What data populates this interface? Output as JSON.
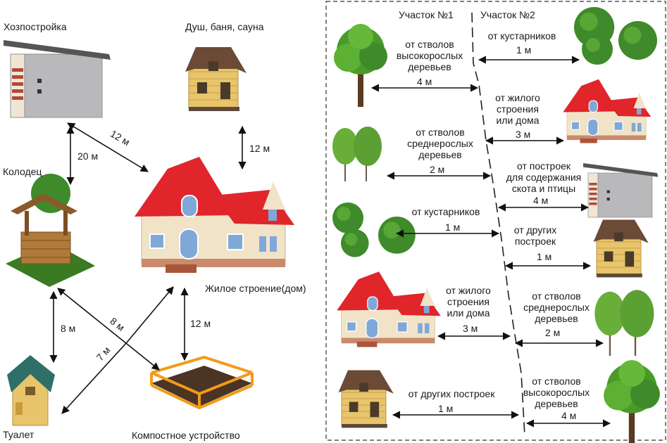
{
  "left": {
    "labels": {
      "outbuilding": "Хозпостройка",
      "bath": "Душ, баня, сауна",
      "well": "Колодец",
      "house": "Жилое строение(дом)",
      "toilet": "Туалет",
      "compost": "Компостное устройство"
    },
    "distances": {
      "outbuilding_house": "12 м",
      "outbuilding_well": "20 м",
      "bath_house": "12 м",
      "well_compost": "8 м",
      "toilet_house": "7 м",
      "well_toilet": "8 м",
      "house_compost": "12 м"
    }
  },
  "right": {
    "plot1": "Участок №1",
    "plot2": "Участок №2",
    "left_items": [
      {
        "text": "от стволов\nвысокорослых\nдеревьев",
        "dist": "4 м"
      },
      {
        "text": "от стволов\nсреднерослых\nдеревьев",
        "dist": "2 м"
      },
      {
        "text": "от кустарников",
        "dist": "1 м"
      },
      {
        "text": "от жилого\nстроения\nили дома",
        "dist": "3 м"
      },
      {
        "text": "от других построек",
        "dist": "1 м"
      }
    ],
    "right_items": [
      {
        "text": "от кустарников",
        "dist": "1 м"
      },
      {
        "text": "от жилого\nстроения\nили дома",
        "dist": "3 м"
      },
      {
        "text": "от построек\nдля содержания\nскота и птицы",
        "dist": "4 м"
      },
      {
        "text": "от других\nпостроек",
        "dist": "1 м"
      },
      {
        "text": "от стволов\nсреднерослых\nдеревьев",
        "dist": "2 м"
      },
      {
        "text": "от стволов\nвысокорослых\nдеревьев",
        "dist": "4 м"
      }
    ]
  },
  "colors": {
    "roof": "#e0252b",
    "wood": "#e8c46a",
    "tree": "#4a9a2a",
    "bush": "#3f8a2a",
    "wall": "#f1e3c8",
    "shed": "#b9b9bb"
  }
}
